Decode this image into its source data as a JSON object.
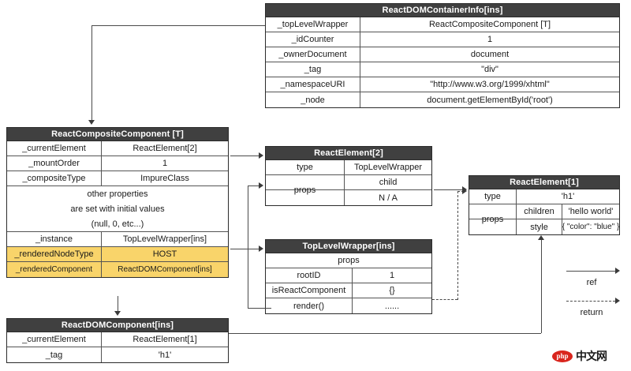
{
  "diagram": {
    "title": "React mounting internals object graph",
    "colors": {
      "header_bg": "#404040",
      "highlight": "#f9d46a",
      "line": "#4a4a4a",
      "brand_red": "#d9251d"
    }
  },
  "container_info": {
    "title": "ReactDOMContainerInfo[ins]",
    "rows": [
      {
        "key": "_topLevelWrapper",
        "value": "ReactCompositeComponent [T]"
      },
      {
        "key": "_idCounter",
        "value": "1"
      },
      {
        "key": "_ownerDocument",
        "value": "document"
      },
      {
        "key": "_tag",
        "value": "\"div\""
      },
      {
        "key": "_namespaceURI",
        "value": "\"http://www.w3.org/1999/xhtml\""
      },
      {
        "key": "_node",
        "value": "document.getElementById('root')"
      }
    ]
  },
  "composite_component": {
    "title": "ReactCompositeComponent [T]",
    "rows": [
      {
        "key": "_currentElement",
        "value": "ReactElement[2]"
      },
      {
        "key": "_mountOrder",
        "value": "1"
      },
      {
        "key": "_compositeType",
        "value": "ImpureClass"
      }
    ],
    "note_lines": [
      "other properties",
      "are set with initial values",
      "(null, 0, etc...)"
    ],
    "rows2": [
      {
        "key": "_instance",
        "value": "TopLevelWrapper[ins]"
      },
      {
        "key": "_renderedNodeType",
        "value": "HOST"
      },
      {
        "key": "_renderedComponent",
        "value": "ReactDOMComponent[ins]"
      }
    ]
  },
  "react_element_2": {
    "title": "ReactElement[2]",
    "rows": [
      {
        "key": "type",
        "value": "TopLevelWrapper"
      },
      {
        "key": "props",
        "value": "child"
      },
      {
        "key": "",
        "value": "N / A"
      }
    ]
  },
  "top_level_wrapper": {
    "title": "TopLevelWrapper[ins]",
    "section": "props",
    "rows": [
      {
        "key": "rootID",
        "value": "1"
      },
      {
        "key": "isReactComponent",
        "value": "{}"
      },
      {
        "key": "render()",
        "value": "......"
      }
    ]
  },
  "react_element_1": {
    "title": "ReactElement[1]",
    "type_label": "type",
    "type_value": "'h1'",
    "props_label": "props",
    "props_rows": [
      {
        "key": "children",
        "value": "'hello world'"
      },
      {
        "key": "style",
        "value": "{ \"color\": \"blue\" }"
      }
    ]
  },
  "dom_component": {
    "title": "ReactDOMComponent[ins]",
    "rows": [
      {
        "key": "_currentElement",
        "value": "ReactElement[1]"
      },
      {
        "key": "_tag",
        "value": "'h1'"
      }
    ]
  },
  "legend": {
    "ref_label": "ref",
    "return_label": "return"
  },
  "watermark": {
    "badge": "php",
    "text": "中文网"
  }
}
